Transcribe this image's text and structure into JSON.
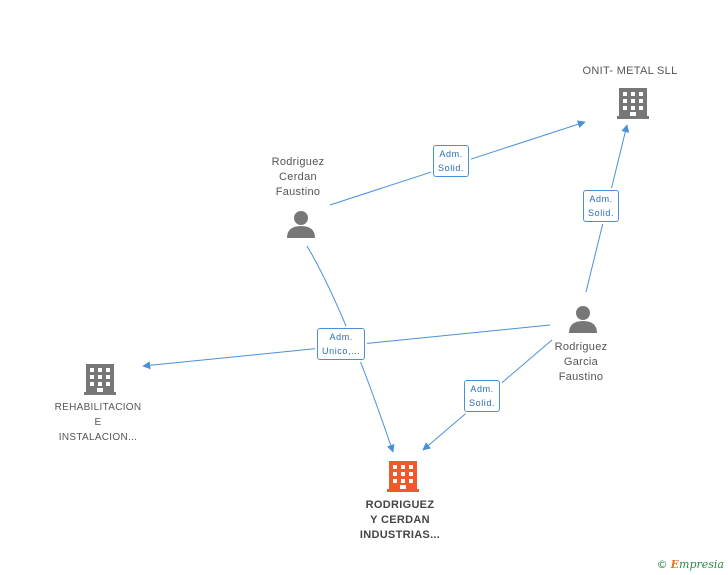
{
  "nodes": {
    "onit": {
      "label": "ONIT- METAL SLL",
      "icon": "building-icon",
      "color": "#777777"
    },
    "cerdan": {
      "lines": [
        "Rodriguez",
        "Cerdan",
        "Faustino"
      ],
      "icon": "person-icon",
      "color": "#777777"
    },
    "garcia": {
      "lines": [
        "Rodriguez",
        "Garcia",
        "Faustino"
      ],
      "icon": "person-icon",
      "color": "#777777"
    },
    "rehab": {
      "lines": [
        "REHABILITACION",
        "E",
        "INSTALACION..."
      ],
      "icon": "building-icon",
      "color": "#777777"
    },
    "main": {
      "lines": [
        "RODRIGUEZ",
        "Y CERDAN",
        "INDUSTRIAS..."
      ],
      "icon": "building-icon",
      "color": "#f05a28"
    }
  },
  "edges": {
    "cerdan_onit": {
      "lines": [
        "Adm.",
        "Solid."
      ]
    },
    "garcia_onit": {
      "lines": [
        "Adm.",
        "Solid."
      ]
    },
    "adm_unico": {
      "lines": [
        "Adm.",
        "Unico,..."
      ]
    },
    "garcia_main": {
      "lines": [
        "Adm.",
        "Solid."
      ]
    }
  },
  "colors": {
    "edge": "#4a90d9",
    "node_gray": "#777777",
    "main_accent": "#f05a28"
  },
  "brand": {
    "copyright": "©",
    "initial": "E",
    "name": "mpresia"
  }
}
